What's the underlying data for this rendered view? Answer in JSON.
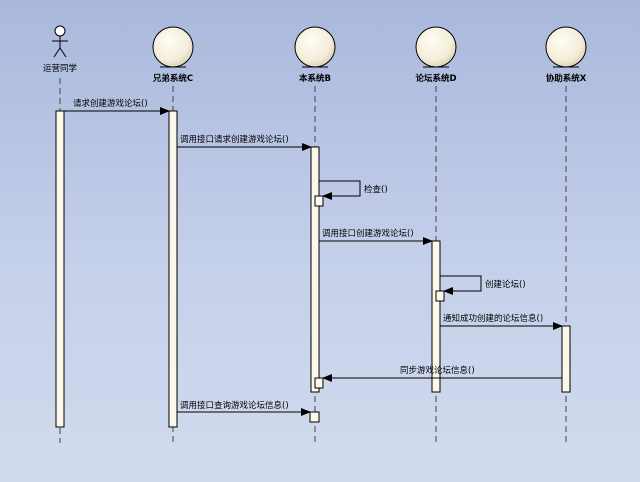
{
  "actor": {
    "label": "运营同学"
  },
  "components": [
    {
      "id": "c",
      "label": "兄弟系统C"
    },
    {
      "id": "b",
      "label": "本系统B"
    },
    {
      "id": "d",
      "label": "论坛系统D"
    },
    {
      "id": "x",
      "label": "协助系统X"
    }
  ],
  "messages": [
    {
      "id": "m1",
      "label": "请求创建游戏论坛()"
    },
    {
      "id": "m2",
      "label": "调用接口请求创建游戏论坛()"
    },
    {
      "id": "m3",
      "label": "检查()"
    },
    {
      "id": "m4",
      "label": "调用接口创建游戏论坛()"
    },
    {
      "id": "m5",
      "label": "创建论坛()"
    },
    {
      "id": "m6",
      "label": "通知成功创建的论坛信息()"
    },
    {
      "id": "m7",
      "label": "同步游戏论坛信息()"
    },
    {
      "id": "m8",
      "label": "调用接口查询游戏论坛信息()"
    }
  ]
}
